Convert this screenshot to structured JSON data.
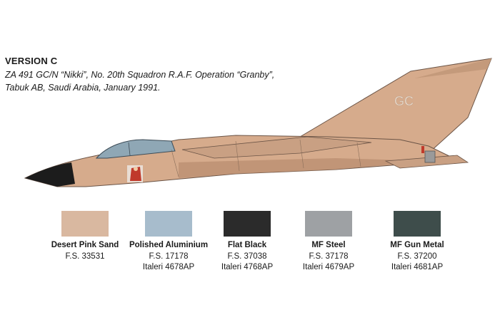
{
  "header": {
    "title": "VERSION C",
    "description_line1": "ZA 491 GC/N “Nikki”, No. 20th Squadron R.A.F. Operation “Granby”,",
    "description_line2": "Tabuk AB, Saudi Arabia, January 1991."
  },
  "aircraft": {
    "tail_code": "GC",
    "icon": "tornado-gr1-side-profile",
    "colors": {
      "body": "#d6ab8c",
      "shade": "#b88c6e",
      "canopy": "#8fa7b5",
      "nose": "#1c1c1c",
      "tail_end": "#9a9a9a"
    }
  },
  "swatches": [
    {
      "name": "Desert Pink Sand",
      "fs": "F.S. 33531",
      "italeri": "",
      "color": "#d9b8a0"
    },
    {
      "name": "Polished Aluminium",
      "fs": "F.S. 17178",
      "italeri": "Italeri 4678AP",
      "color": "#a7bccc"
    },
    {
      "name": "Flat Black",
      "fs": "F.S. 37038",
      "italeri": "Italeri 4768AP",
      "color": "#2b2b2b"
    },
    {
      "name": "MF Steel",
      "fs": "F.S. 37178",
      "italeri": "Italeri 4679AP",
      "color": "#9ea1a4"
    },
    {
      "name": "MF Gun Metal",
      "fs": "F.S. 37200",
      "italeri": "Italeri 4681AP",
      "color": "#3e4d4b"
    }
  ]
}
